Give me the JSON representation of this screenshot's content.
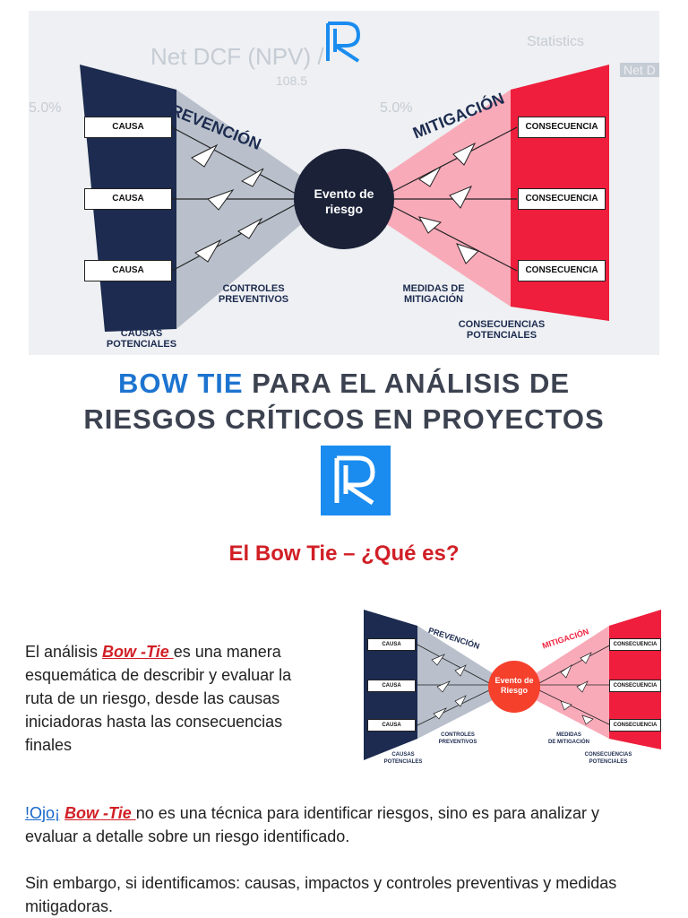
{
  "hero": {
    "bg_text_1": "Net DCF (NPV) /",
    "bg_text_2": "Statistics",
    "bg_text_3": "108.5",
    "bg_text_4": "5.0%",
    "bg_text_5": "5.0%",
    "bg_text_6": "Net D",
    "prevention": "PREVENCIÓN",
    "mitigation": "MITIGACIÓN",
    "event": [
      "Evento de",
      "riesgo"
    ],
    "cause": "CAUSA",
    "consequence": "CONSECUENCIA",
    "controls": [
      "CONTROLES",
      "PREVENTIVOS"
    ],
    "measures": [
      "MEDIDAS DE",
      "MITIGACIÓN"
    ],
    "causes_pot": [
      "CAUSAS",
      "POTENCIALES"
    ],
    "cons_pot": [
      "CONSECUENCIAS",
      "POTENCIALES"
    ],
    "colors": {
      "navy": "#1c2b4f",
      "gray": "#b9c0cb",
      "pink": "#f9aab9",
      "red": "#ee1e3c",
      "dark": "#1b2238"
    }
  },
  "title": {
    "accent": "BOW TIE",
    "line1_rest": " PARA EL ANÁLISIS DE",
    "line2": "RIESGOS CRÍTICOS EN PROYECTOS"
  },
  "subtitle": "El Bow Tie – ¿Qué es?",
  "intro": {
    "p1_before": "El análisis ",
    "p1_term": "Bow -Tie ",
    "lines": [
      " es una manera",
      "esquemática de describir y evaluar la",
      "ruta de un riesgo, desde las causas",
      "iniciadoras hasta las consecuencias",
      "finales"
    ]
  },
  "small_diagram": {
    "cause": "CAUSA",
    "consequence": "CONSECUENCIA",
    "prevention": "PREVENCIÓN",
    "mitigation": "MITIGACIÓN",
    "event": [
      "Evento de",
      "Riesgo"
    ],
    "controls": [
      "CONTROLES",
      "PREVENTIVOS"
    ],
    "measures": [
      "MEDIDAS",
      "DE MITIGACIÓN"
    ],
    "causes_pot": [
      "CAUSAS",
      "POTENCIALES"
    ],
    "cons_pot": [
      "CONSECUENCIAS",
      "POTENCIALES"
    ],
    "event_color": "#f5402c"
  },
  "warning": {
    "ojo": "!Ojo¡",
    "term": "Bow -Tie ",
    "rest_line1": " no es una técnica para identificar riesgos, sino es para analizar y",
    "line2": "evaluar a detalle sobre un riesgo identificado."
  },
  "final": {
    "line1": "Sin embargo, si identificamos: causas, impactos y controles preventivas y medidas",
    "line2": "mitigadoras."
  }
}
